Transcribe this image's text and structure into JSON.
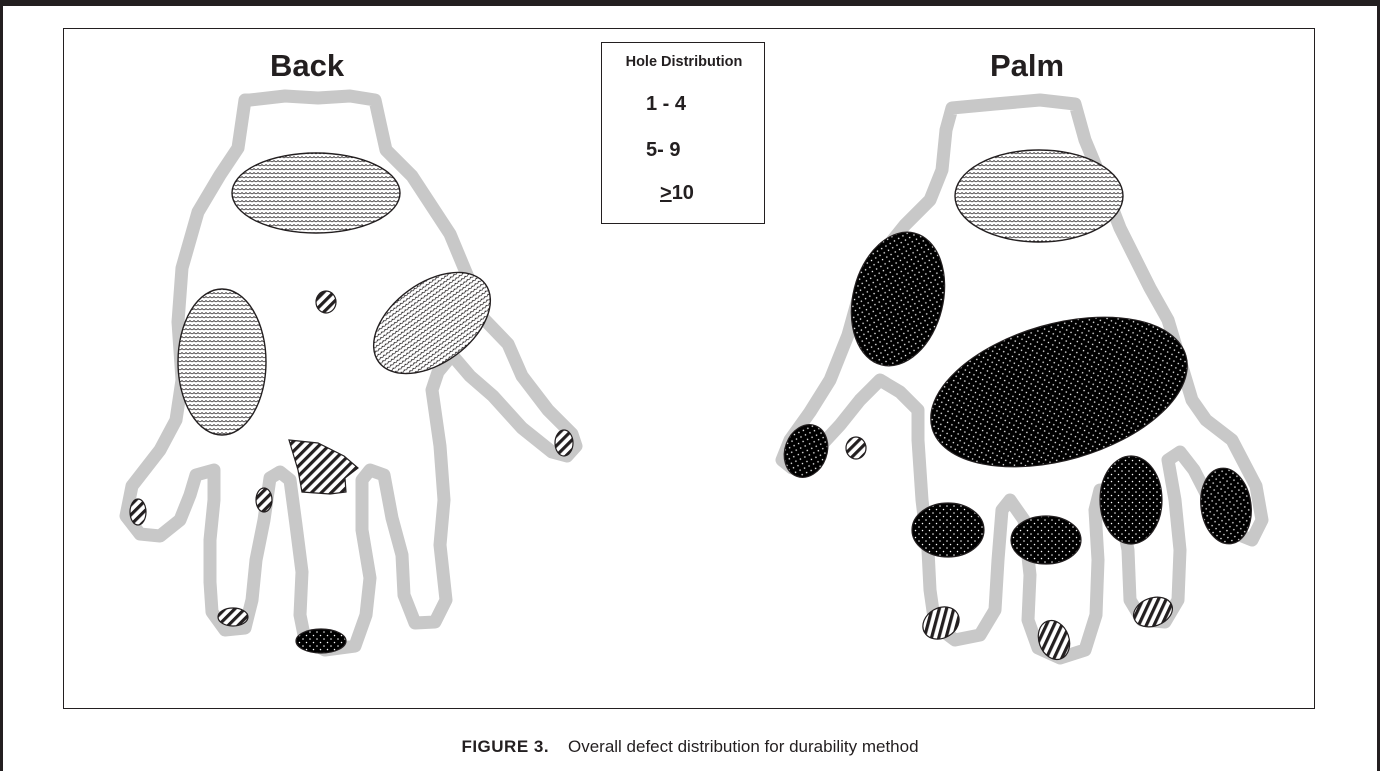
{
  "panels": {
    "back_title": "Back",
    "palm_title": "Palm"
  },
  "legend": {
    "title": "Hole Distribution",
    "items": [
      {
        "label": "1 - 4",
        "pattern": "diagonal-hatch"
      },
      {
        "label": "5- 9",
        "pattern": "wavy-fill"
      },
      {
        "label_underlined": ">",
        "label_rest": "10",
        "pattern": "dotted-black"
      }
    ]
  },
  "caption": {
    "label": "FIGURE 3.",
    "text": "Overall defect distribution for durability method"
  },
  "colors": {
    "ink": "#231f20",
    "outline": "#c8c8c8"
  }
}
